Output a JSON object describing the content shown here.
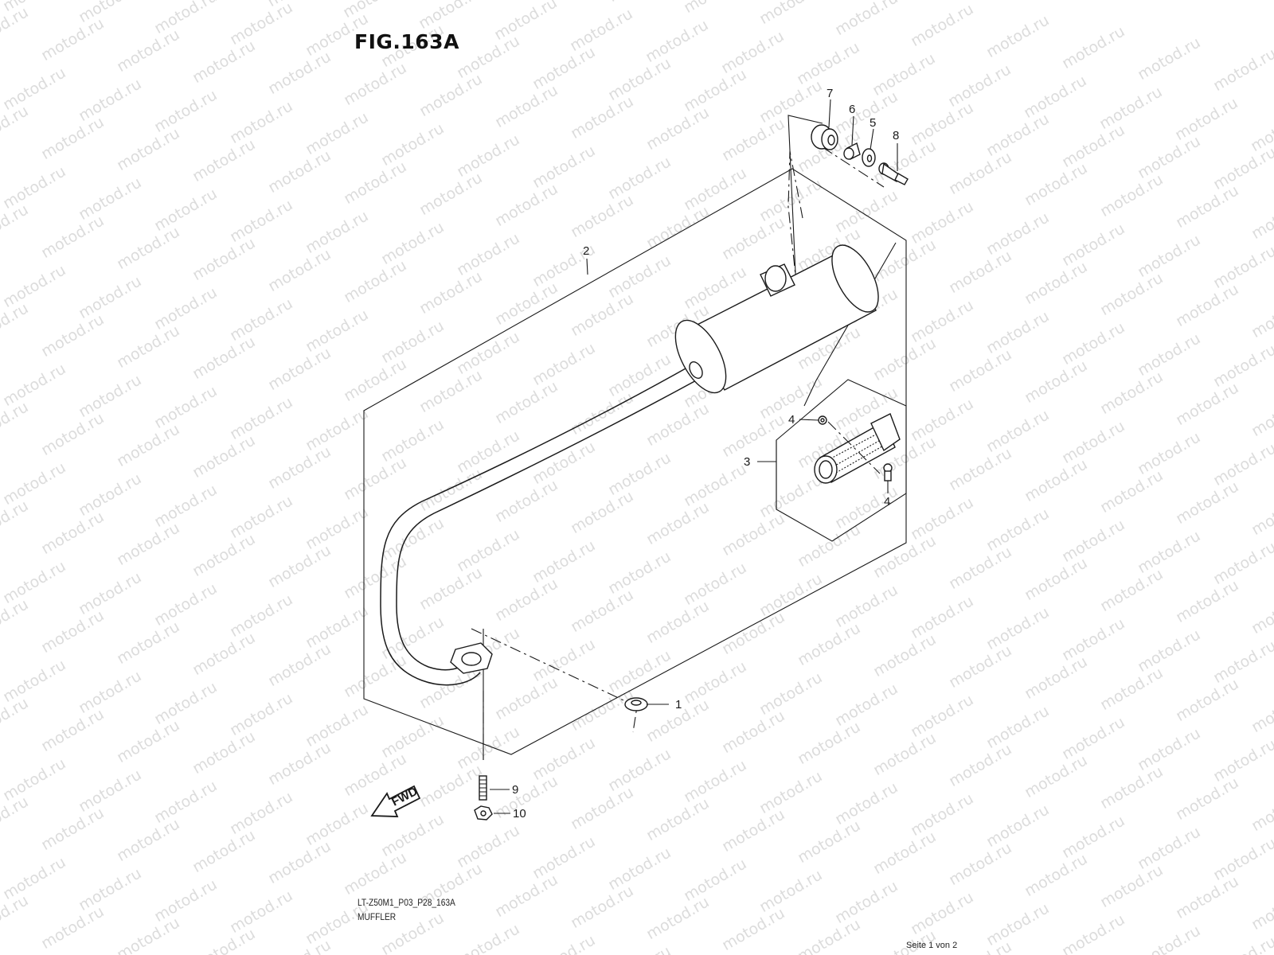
{
  "figure": {
    "title": "FIG.163A",
    "code": "LT-Z50M1_P03_P28_163A",
    "name": "MUFFLER",
    "page_indicator": "Seite 1 von 2"
  },
  "watermark": {
    "text": "motod.ru"
  },
  "fwd_arrow": {
    "label": "FWD"
  },
  "callouts": [
    {
      "id": "1",
      "label": "1"
    },
    {
      "id": "2",
      "label": "2"
    },
    {
      "id": "3",
      "label": "3"
    },
    {
      "id": "4a",
      "label": "4"
    },
    {
      "id": "4b",
      "label": "4"
    },
    {
      "id": "5",
      "label": "5"
    },
    {
      "id": "6",
      "label": "6"
    },
    {
      "id": "7",
      "label": "7"
    },
    {
      "id": "8",
      "label": "8"
    },
    {
      "id": "9",
      "label": "9"
    },
    {
      "id": "10",
      "label": "10"
    }
  ]
}
